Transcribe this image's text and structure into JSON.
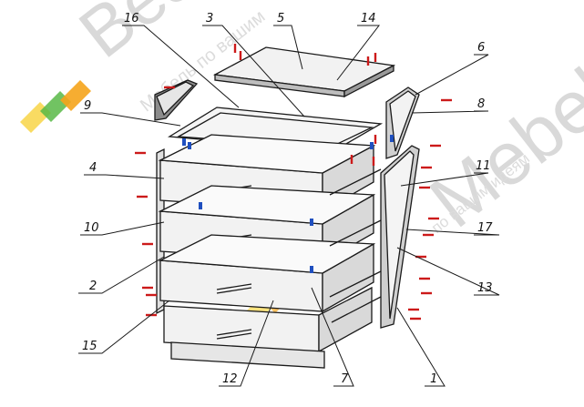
{
  "callouts": [
    "1",
    "2",
    "3",
    "4",
    "5",
    "6",
    "7",
    "8",
    "9",
    "10",
    "11",
    "12",
    "13",
    "14",
    "15",
    "16",
    "17"
  ],
  "watermark": {
    "brand_left": "Best",
    "brand_right": "Mebel",
    "slogan_left": "Мебель по вашим",
    "slogan_right": "по вашим идеям"
  },
  "colors": {
    "line": "#1a1a1a",
    "panel_face": "#f2f2f2",
    "shadow": "#8c8c8c",
    "screw": "#cc1a1a",
    "dowel": "#1f4fbf",
    "logo_orange": "#f5a41b",
    "logo_green": "#58b947",
    "logo_yellow": "#f8d546"
  }
}
